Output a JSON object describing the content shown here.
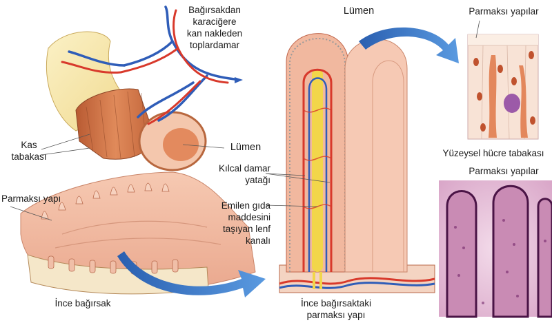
{
  "labels": {
    "portal_vein": "Bağırsakdan\nkaraciğere\nkan nakleden\ntoplardamar",
    "lumen_intestine": "Lümen",
    "lumen_villus": "Lümen",
    "muscle_layer": "Kas\ntabakası",
    "villi_left": "Parmaksı yapı",
    "small_intestine": "İnce bağırsak",
    "capillary_bed": "Kılcal damar\nyatağı",
    "lacteal": "Emilen gıda\nmaddesini\ntaşıyan lenf\nkanalı",
    "villus_caption": "İnce bağırsaktaki\nparmaksı yapı",
    "villi_top_right": "Parmaksı yapılar",
    "epithelium": "Yüzeysel hücre tabakası",
    "villi_micrograph": "Parmaksı yapılar"
  },
  "colors": {
    "vein_blue": "#2f5db8",
    "artery_red": "#d8392b",
    "lymph_yellow": "#f2d64a",
    "tissue_pink": "#f2b9a0",
    "muscle_orange": "#d9784a",
    "arrow_blue": "#3a78c8",
    "stain_purple": "#8a2c7a"
  }
}
